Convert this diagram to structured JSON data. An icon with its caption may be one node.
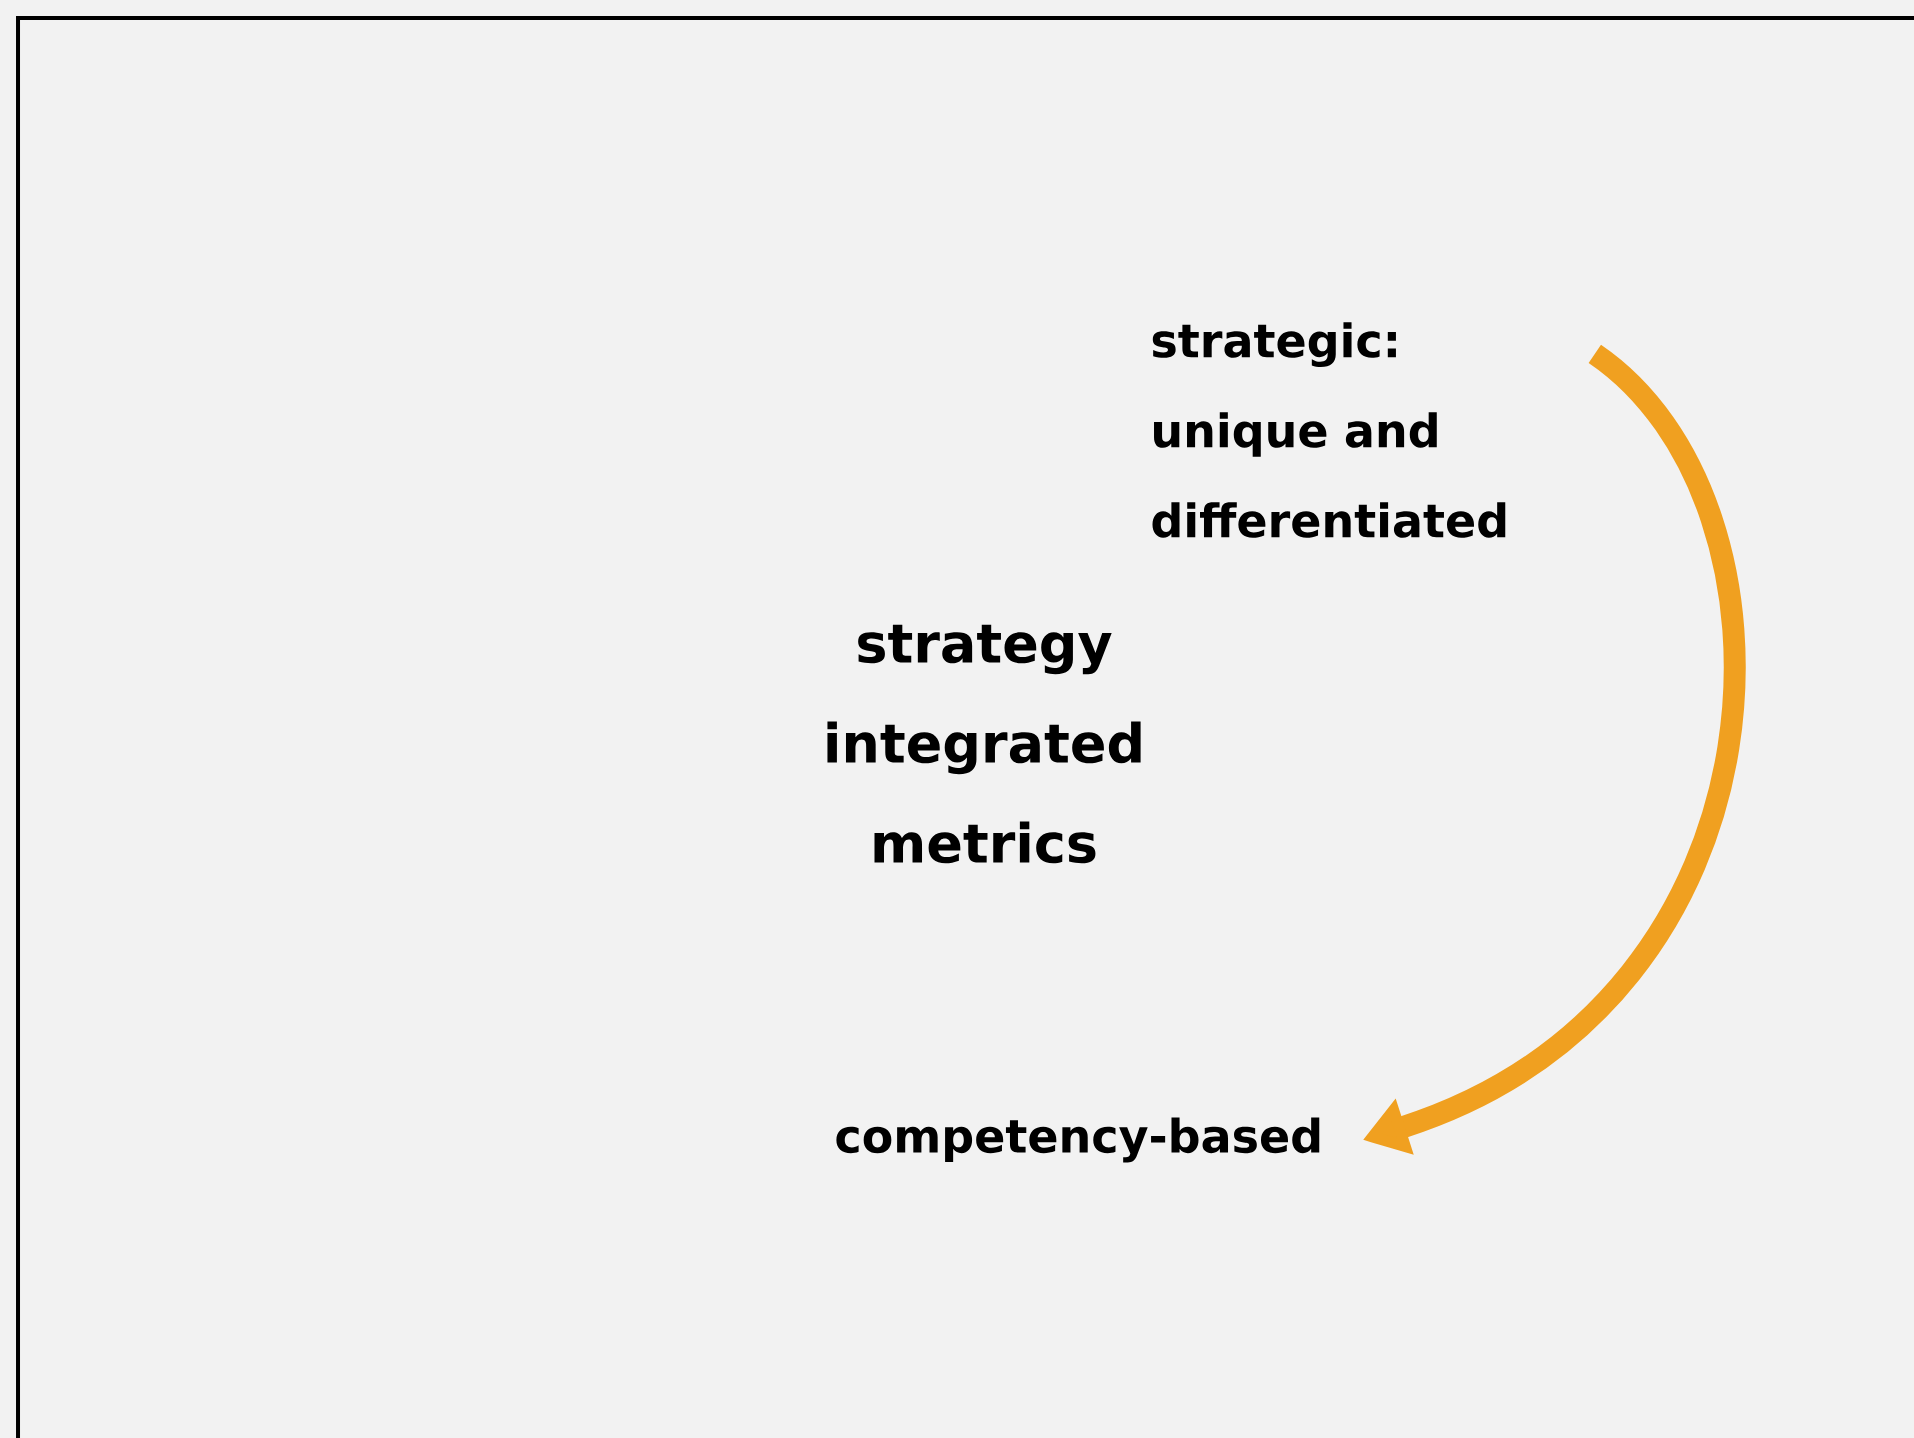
{
  "diagram": {
    "nodes": [
      {
        "text": [
          "strategic: unique and differentiated"
        ]
      },
      {
        "text": [
          "competency-based"
        ]
      }
    ],
    "edges": [
      {
        "from": 0,
        "to": 1,
        "arrow": "to",
        "color": "#f0a020"
      }
    ],
    "labels": [
      "strategy integrated metrics"
    ]
  }
}
